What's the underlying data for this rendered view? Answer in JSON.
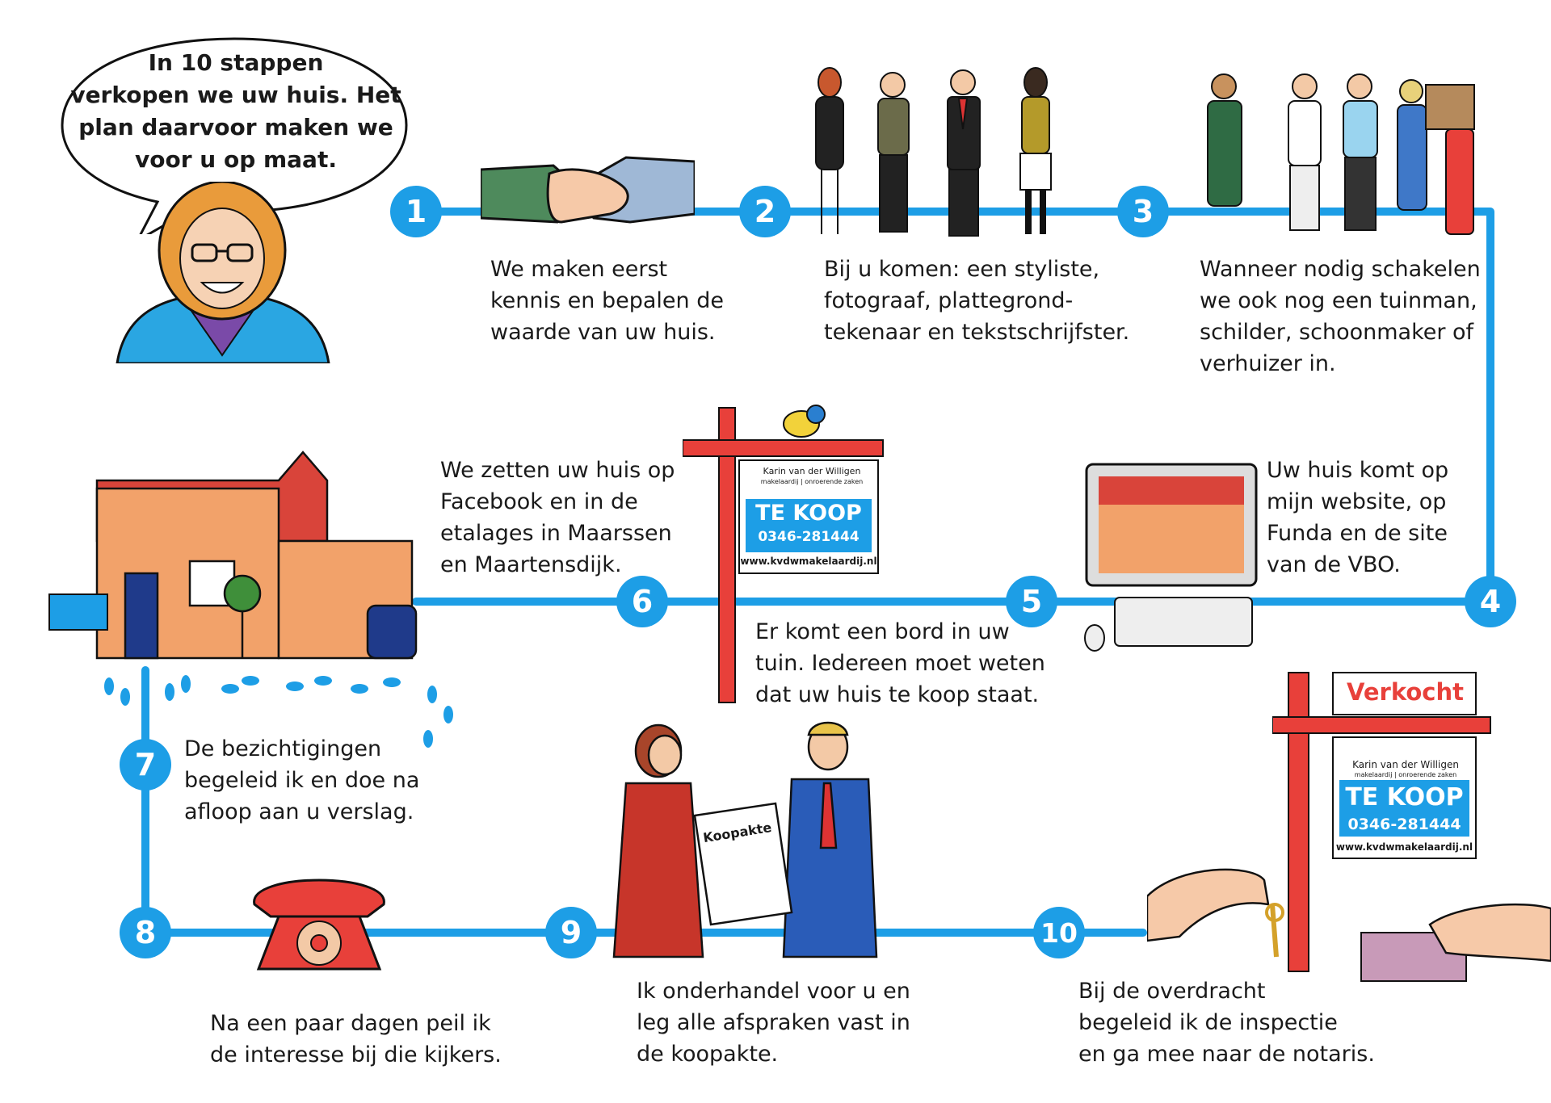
{
  "speech_bubble": {
    "text": "In 10 stappen\nverkopen we uw huis. Het\nplan daarvoor maken we\nvoor u op maat."
  },
  "colors": {
    "track": "#1d9ee6",
    "sign_red": "#e8403a",
    "sign_blue": "#1d9ee6"
  },
  "steps": [
    {
      "number": "1",
      "text": "We maken eerst\nkennis en bepalen de\nwaarde van uw huis."
    },
    {
      "number": "2",
      "text": "Bij u komen: een styliste,\nfotograaf, plattegrond-\ntekenaar en tekstschrijfster."
    },
    {
      "number": "3",
      "text": "Wanneer nodig schakelen\nwe ook nog een tuinman,\nschilder, schoonmaker of\nverhuizer in."
    },
    {
      "number": "4",
      "text": "Uw huis komt op\nmijn website, op\nFunda en de site\nvan de VBO."
    },
    {
      "number": "5",
      "text": "Er komt een bord in uw\ntuin. Iedereen moet weten\ndat uw huis te koop staat."
    },
    {
      "number": "6",
      "text": "We zetten uw huis op\nFacebook en in de\netalages in Maarssen\nen Maartensdijk."
    },
    {
      "number": "7",
      "text": "De bezichtigingen\nbegeleid ik en doe na\nafloop aan u verslag."
    },
    {
      "number": "8",
      "text": "Na een paar dagen peil ik\nde interesse bij die kijkers."
    },
    {
      "number": "9",
      "text": "Ik onderhandel voor u en\nleg alle afspraken vast in\nde koopakte."
    },
    {
      "number": "10",
      "text": "Bij de overdracht\nbegeleid ik de inspectie\nen ga mee naar de notaris."
    }
  ],
  "sign": {
    "brand": "Karin van der Willigen",
    "brand_sub": "makelaardij | onroerende zaken",
    "headline": "TE KOOP",
    "phone": "0346-281444",
    "url": "www.kvdwmakelaardij.nl"
  },
  "sold_sign": {
    "label": "Verkocht"
  },
  "contract": {
    "title": "Koopakte"
  }
}
